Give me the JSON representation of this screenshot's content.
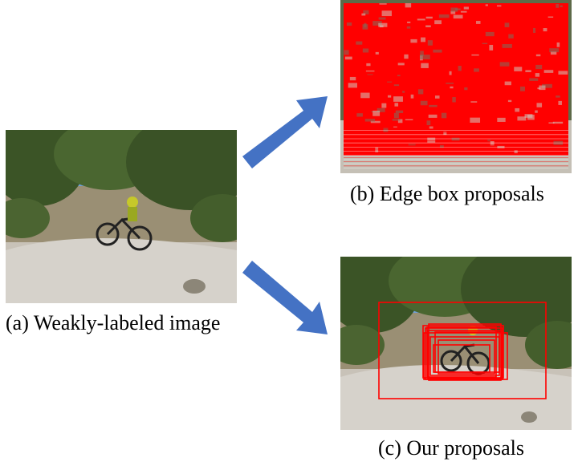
{
  "captions": {
    "a": "(a) Weakly-labeled image",
    "b": "(b) Edge box proposals",
    "c": "(c) Our proposals"
  },
  "colors": {
    "arrow": "#4472C4",
    "proposal_box": "#ff0000",
    "sky": "#6fa0d8",
    "foliage": "#3f5a2a",
    "ground": "#b9b2a6",
    "rock": "#d9d7d2"
  },
  "icons": {
    "arrow_up": "arrow-up-right-icon",
    "arrow_down": "arrow-down-right-icon"
  }
}
